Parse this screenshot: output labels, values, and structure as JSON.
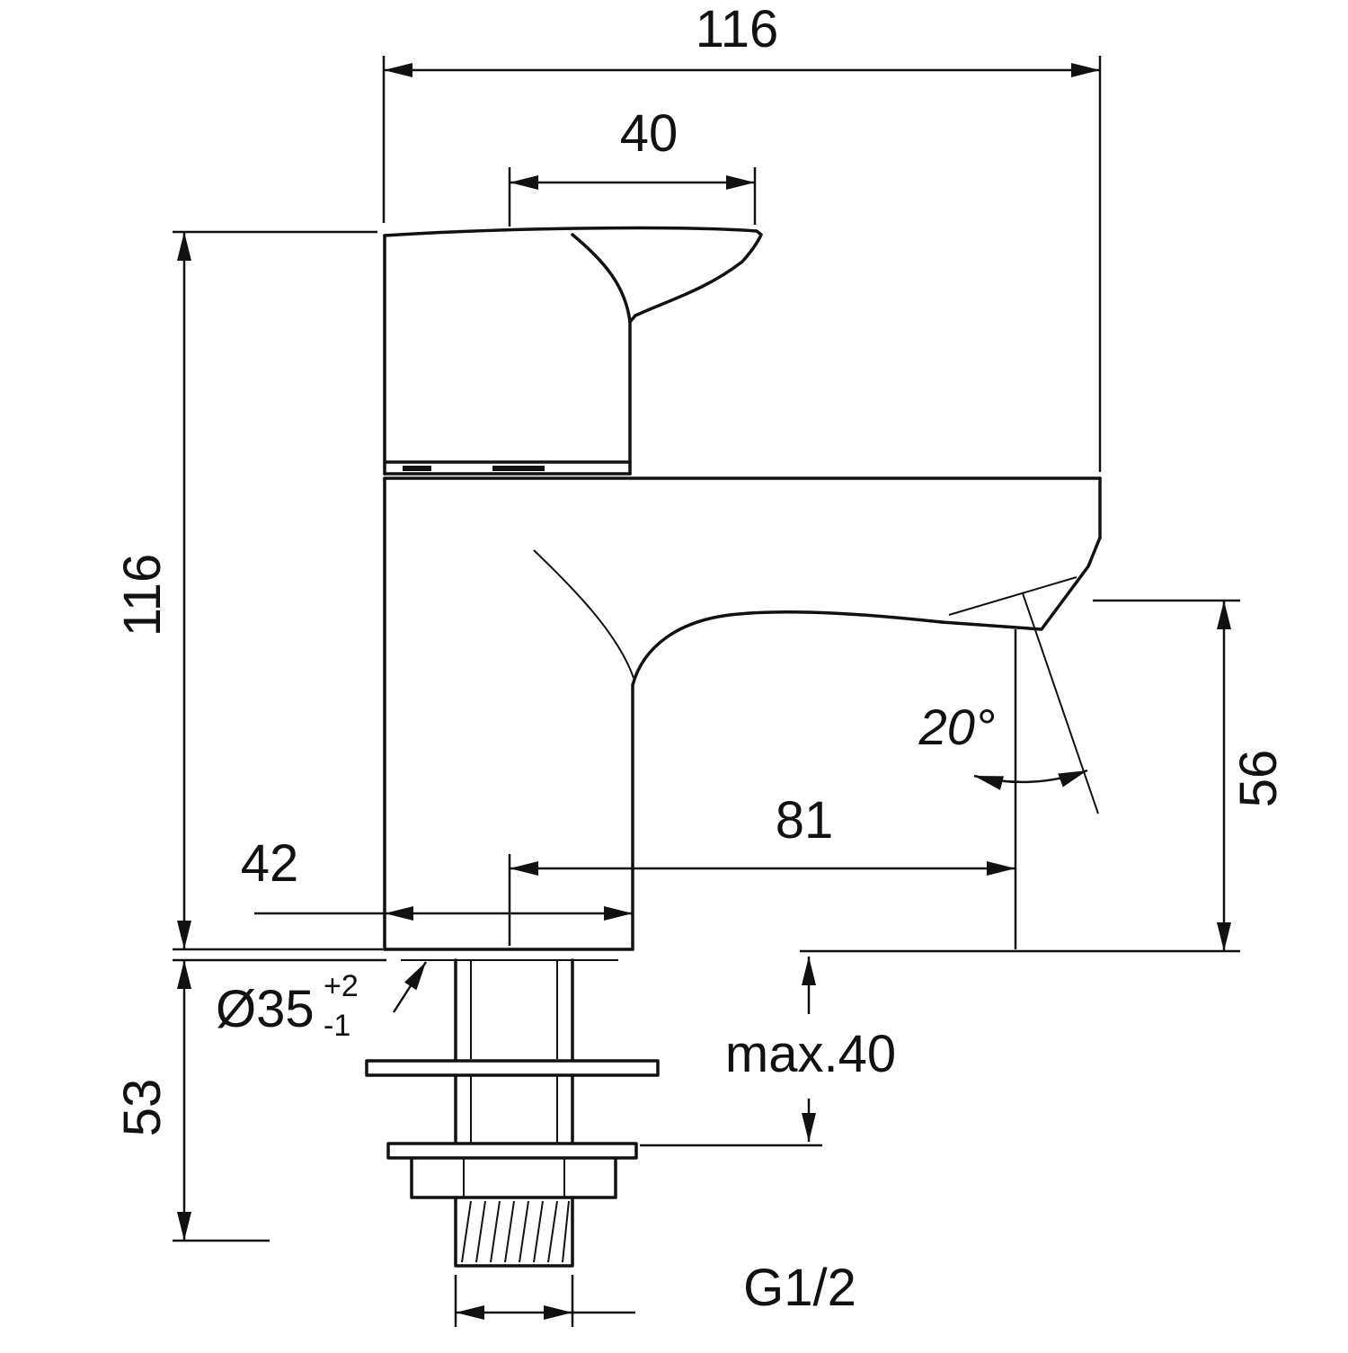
{
  "drawing": {
    "type": "technical-dimension-drawing",
    "subject": "single-lever basin pillar tap, side elevation with mounting shank",
    "units": "mm",
    "colors": {
      "line": "#111111",
      "background": "#ffffff"
    },
    "dimensions": {
      "overall_width": "116",
      "handle_length": "40",
      "overall_height": "116",
      "base_width": "42",
      "spout_reach": "81",
      "spout_outlet_height": "56",
      "spout_angle": "20°",
      "mounting_hole_diameter": "Ø35",
      "mounting_hole_tol_upper": "+2",
      "mounting_hole_tol_lower": "-1",
      "shank_length": "53",
      "max_deck_thickness": "max.40",
      "thread_size": "G1/2"
    }
  }
}
